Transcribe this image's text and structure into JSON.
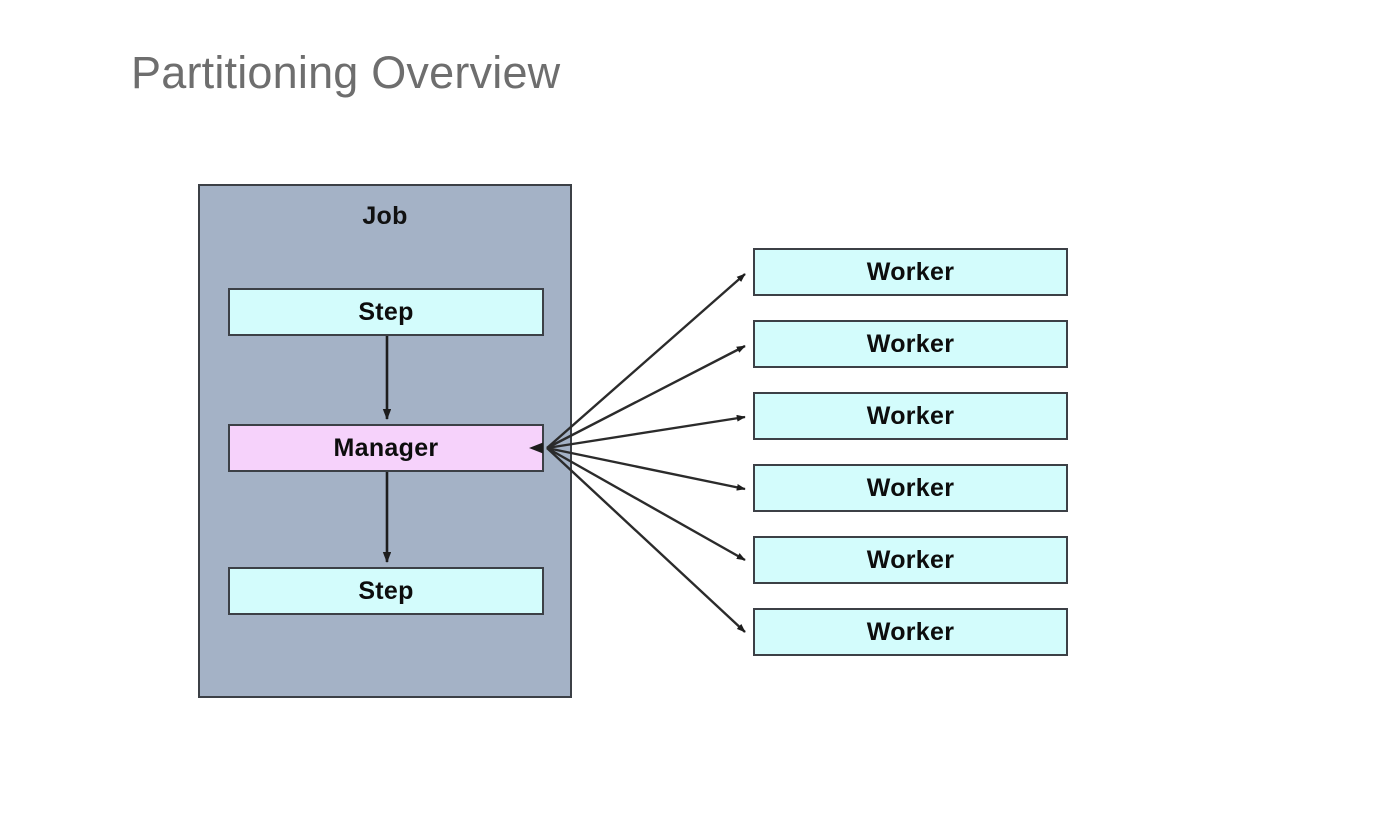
{
  "page": {
    "title": "Partitioning Overview",
    "background_color": "#ffffff",
    "title_color": "#6e6e6e"
  },
  "diagram": {
    "type": "flow-diagram",
    "job": {
      "label": "Job",
      "fill_color": "#a4b2c6",
      "border_color": "#3c4046",
      "children": [
        {
          "id": "step-top",
          "label": "Step",
          "fill_color": "#d3fcfc"
        },
        {
          "id": "manager",
          "label": "Manager",
          "fill_color": "#f6d2fb"
        },
        {
          "id": "step-bottom",
          "label": "Step",
          "fill_color": "#d3fcfc"
        }
      ]
    },
    "workers": {
      "fill_color": "#d3fcfc",
      "border_color": "#3c4046",
      "items": [
        {
          "id": "worker-1",
          "label": "Worker"
        },
        {
          "id": "worker-2",
          "label": "Worker"
        },
        {
          "id": "worker-3",
          "label": "Worker"
        },
        {
          "id": "worker-4",
          "label": "Worker"
        },
        {
          "id": "worker-5",
          "label": "Worker"
        },
        {
          "id": "worker-6",
          "label": "Worker"
        }
      ]
    },
    "connections": {
      "line_color": "#2b2b2b",
      "internal": [
        {
          "from": "step-top",
          "to": "manager",
          "direction": "down"
        },
        {
          "from": "manager",
          "to": "step-bottom",
          "direction": "down"
        }
      ],
      "fanout": [
        {
          "from": "manager",
          "to": "worker-1"
        },
        {
          "from": "manager",
          "to": "worker-2"
        },
        {
          "from": "manager",
          "to": "worker-3"
        },
        {
          "from": "manager",
          "to": "worker-4"
        },
        {
          "from": "manager",
          "to": "worker-5"
        },
        {
          "from": "manager",
          "to": "worker-6"
        }
      ]
    }
  }
}
